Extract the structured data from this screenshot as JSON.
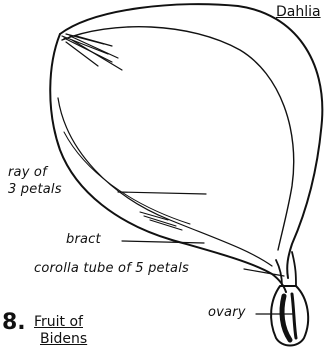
{
  "figure": {
    "title": "Dahlia",
    "number": "8.",
    "caption_line1": "Fruit of",
    "caption_line2": "Bidens"
  },
  "labels": {
    "ray": "ray of",
    "ray_line2": "3 petals",
    "bract": "bract",
    "corolla": "corolla tube of 5 petals",
    "ovary": "ovary"
  },
  "colors": {
    "ink": "#111111",
    "paper": "#ffffff"
  }
}
